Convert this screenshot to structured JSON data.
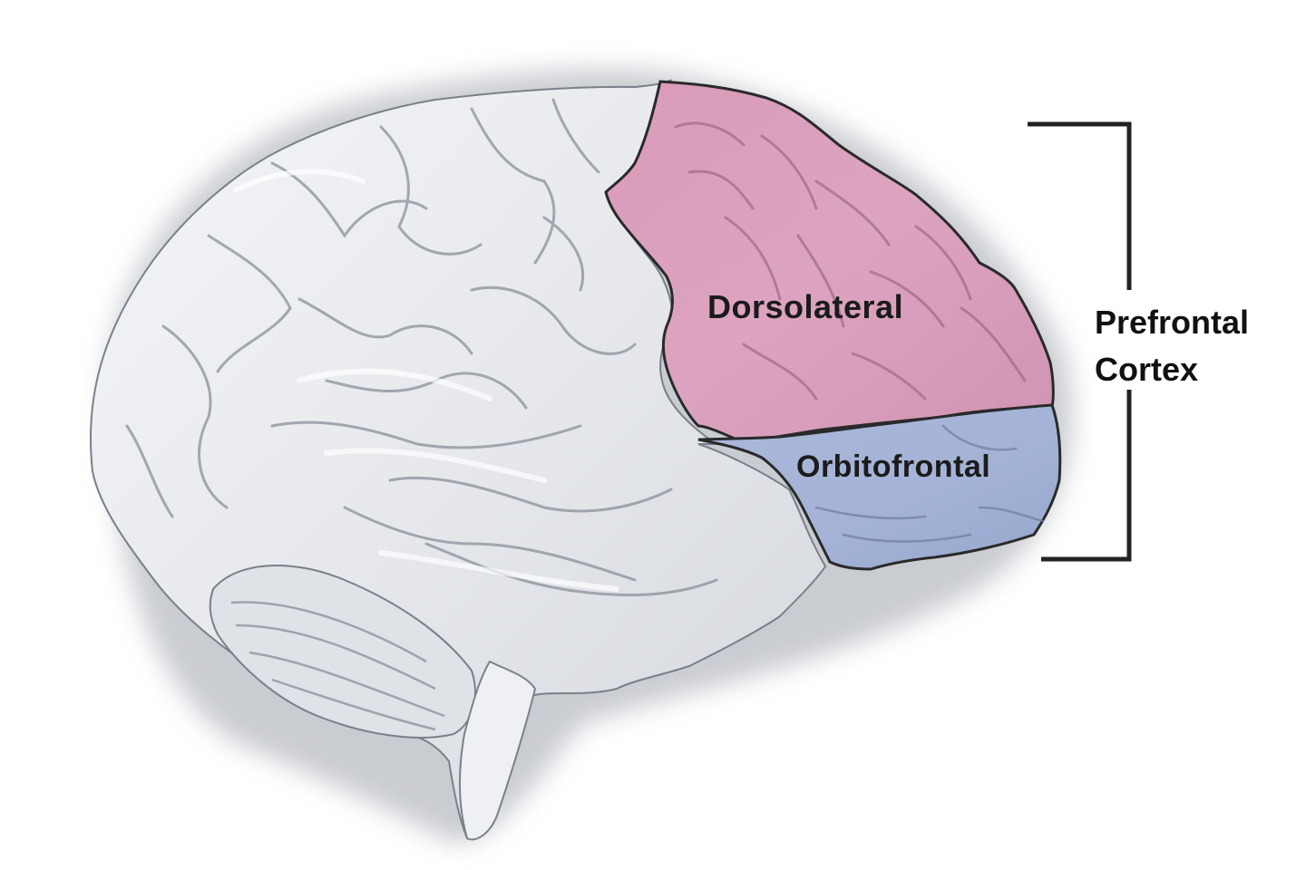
{
  "diagram": {
    "subject": "Lateral view of the human brain",
    "regions": [
      {
        "id": "dorsolateral",
        "label": "Dorsolateral",
        "color": "#dca3bf"
      },
      {
        "id": "orbitofrontal",
        "label": "Orbitofrontal",
        "color": "#a8b6d8"
      }
    ],
    "bracket": {
      "label_line1": "Prefrontal",
      "label_line2": "Cortex",
      "color": "#222222"
    },
    "colors": {
      "brain_base": "#eceef2",
      "brain_shade": "#9aa0aa",
      "outline": "#2a2a2a",
      "background": "#ffffff"
    }
  }
}
